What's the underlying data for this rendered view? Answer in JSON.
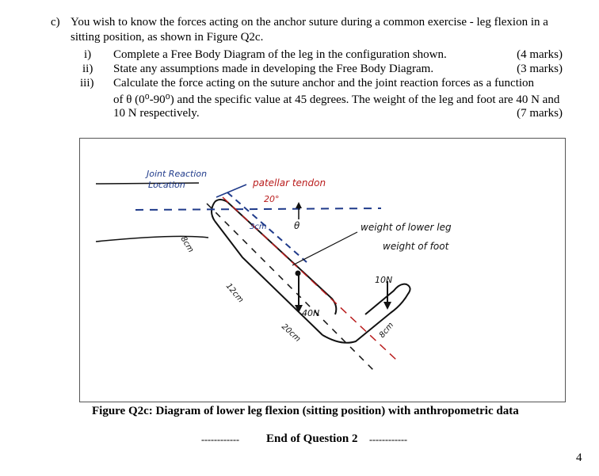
{
  "question": {
    "label": "c)",
    "text_line1": "You wish to know the forces acting on the anchor suture during a common exercise - leg flexion in a",
    "text_line2": "sitting position, as shown in Figure Q2c.",
    "items": [
      {
        "num": "i)",
        "text": "Complete a Free Body Diagram of the leg in the configuration shown.",
        "marks": "(4 marks)"
      },
      {
        "num": "ii)",
        "text": "State any assumptions made in developing the Free Body Diagram.",
        "marks": "(3 marks)"
      },
      {
        "num": "iii)",
        "text": "Calculate the force acting on the suture anchor and the joint reaction forces as a function",
        "text_line2": "of θ (0⁰-90⁰) and the specific value at 45 degrees. The weight of the leg and foot are 40 N and",
        "text_line3": "10 N respectively.",
        "marks": "(7 marks)"
      }
    ]
  },
  "figure": {
    "annotations": {
      "joint_reaction_line1": "Joint Reaction",
      "joint_reaction_line2": "Location",
      "patellar_tendon": "patellar tendon",
      "angle_20": "20°",
      "dist_3cm": "3cm",
      "theta": "θ",
      "weight_lower_leg": "weight of lower leg",
      "weight_foot": "weight of foot",
      "force_10n": "10N",
      "force_40n": "40N",
      "dist_8cm_a": "8cm",
      "dist_12cm": "12cm",
      "dist_20cm": "20cm",
      "dist_8cm_b": "8cm"
    },
    "caption": "Figure Q2c: Diagram of lower leg flexion (sitting position) with anthropometric data"
  },
  "end_text": "End of Question 2",
  "end_dashes": "------------",
  "page_number": "4"
}
